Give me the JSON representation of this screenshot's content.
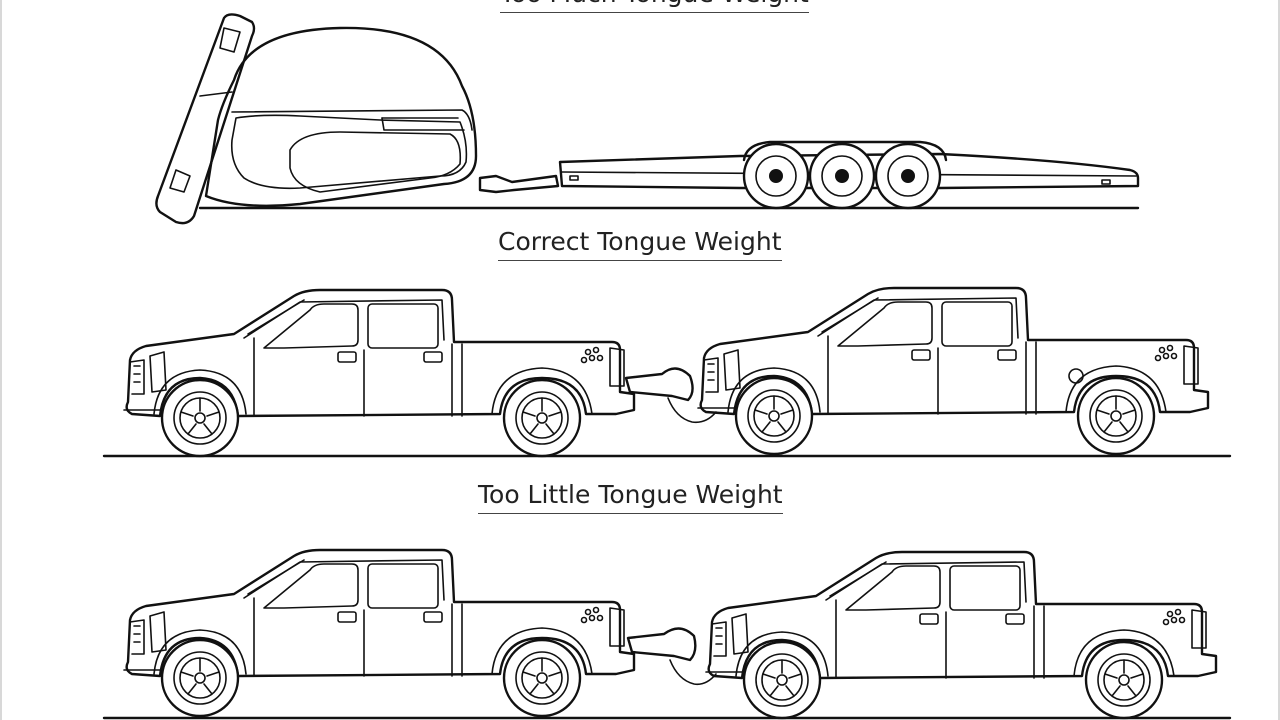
{
  "captions": {
    "top": "Too Much Tongue Weight",
    "middle": "Correct Tongue Weight",
    "bottom": "Too Little Tongue Weight"
  },
  "colors": {
    "line": "#111111",
    "background": "#ffffff"
  }
}
